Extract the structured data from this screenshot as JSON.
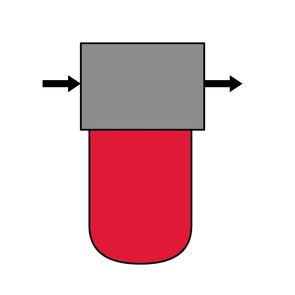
{
  "diagram": {
    "type": "filter-symbol",
    "colors": {
      "background": "#ffffff",
      "head_fill": "#8c8c8e",
      "bowl_fill": "#e01a36",
      "outline": "#000000",
      "arrow": "#000000"
    },
    "components": [
      {
        "name": "inlet-arrow-icon",
        "direction": "right"
      },
      {
        "name": "filter-head-block",
        "shape": "rectangle"
      },
      {
        "name": "outlet-arrow-icon",
        "direction": "right"
      },
      {
        "name": "filter-bowl",
        "shape": "rounded-bottom-canister"
      }
    ]
  }
}
